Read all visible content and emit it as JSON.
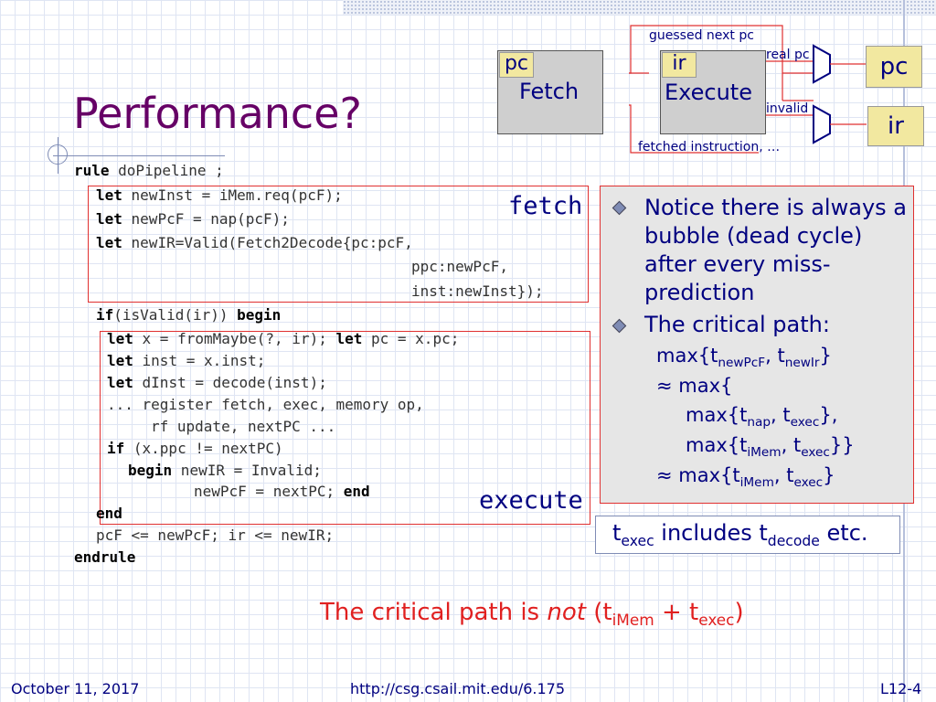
{
  "slide": {
    "title": "Performance?",
    "footer": {
      "date": "October 11, 2017",
      "url": "http://csg.csail.mit.edu/6.175",
      "page": "L12-4"
    }
  },
  "diagram": {
    "fetch_label": "Fetch",
    "fetch_reg": "pc",
    "execute_label": "Execute",
    "execute_reg": "ir",
    "guessed_next_pc": "guessed next pc",
    "real_pc": "real pc",
    "invalid": "invalid",
    "fetched_instruction": "fetched instruction, …",
    "pc_reg": "pc",
    "ir_reg": "ir"
  },
  "code": {
    "lines": [
      {
        "kw": "rule",
        "text": " doPipeline ;"
      },
      {
        "kw": "let",
        "text": " newInst = iMem.req(pcF);"
      },
      {
        "kw": "let",
        "text": " newPcF = nap(pcF);"
      },
      {
        "kw": "let",
        "text": " newIR=Valid(Fetch2Decode{pc:pcF,"
      },
      {
        "kw": "",
        "text": "ppc:newPcF,"
      },
      {
        "kw": "",
        "text": "inst:newInst});"
      },
      {
        "kw": "if",
        "text": "(isValid(ir))"
      },
      {
        "kw": "begin",
        "text": ""
      },
      {
        "kw": "let",
        "text": " x = fromMaybe(?, ir);"
      },
      {
        "kw": "let",
        "text": " pc = x.pc;"
      },
      {
        "kw": "let",
        "text": " inst = x.inst;"
      },
      {
        "kw": "let",
        "text": " dInst = decode(inst);"
      },
      {
        "kw": "",
        "text": "... register fetch, exec, memory op,"
      },
      {
        "kw": "",
        "text": "rf update, nextPC ..."
      },
      {
        "kw": "if",
        "text": " (x.ppc != nextPC)"
      },
      {
        "kw": "begin",
        "text": " newIR = Invalid;"
      },
      {
        "kw": "",
        "text": "newPcF = nextPC;"
      },
      {
        "kw": "end",
        "text": ""
      },
      {
        "kw": "end",
        "text": ""
      },
      {
        "kw": "",
        "text": "pcF <= newPcF; ir <= newIR;"
      },
      {
        "kw": "endrule",
        "text": ""
      }
    ],
    "fetch_label": "fetch",
    "execute_label": "execute"
  },
  "notice": {
    "bullet1": "Notice there is always a bubble (dead cycle) after every miss-prediction",
    "bullet2": "The critical path:",
    "max": "max{t",
    "sub_newPcF": "newPcF",
    "sub_newIr": "newIr",
    "approx_max_open": "≈ max{",
    "sub_nap": "nap",
    "sub_exec": "exec",
    "sub_iMem": "iMem",
    "approx_max": "≈ max{t"
  },
  "texec_note": {
    "t": "t",
    "sub_exec": "exec",
    "mid": " includes t",
    "sub_decode": "decode",
    "end": " etc."
  },
  "critical": {
    "prefix": "The critical path is ",
    "not": "not",
    "open": " (t",
    "sub_iMem": "iMem",
    "plus": " + t",
    "sub_exec": "exec",
    "close": ")"
  }
}
